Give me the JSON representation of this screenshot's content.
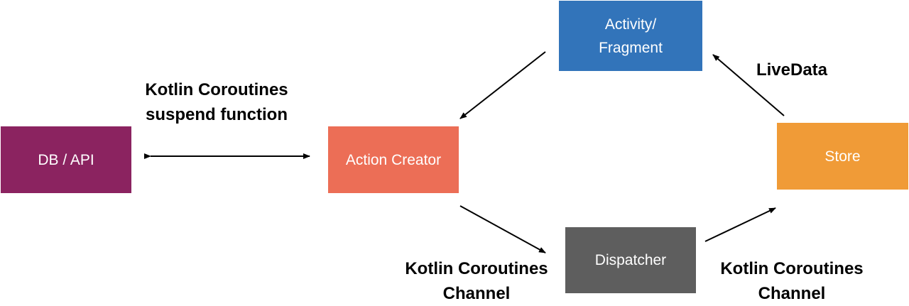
{
  "nodes": {
    "db_api": {
      "label": "DB / API",
      "color": "#8b2360"
    },
    "action_creator": {
      "label": "Action Creator",
      "color": "#ec6e56"
    },
    "activity_fragment": {
      "label_line1": "Activity/",
      "label_line2": "Fragment",
      "color": "#3274ba"
    },
    "dispatcher": {
      "label": "Dispatcher",
      "color": "#5e5e5e"
    },
    "store": {
      "label": "Store",
      "color": "#f09b37"
    }
  },
  "edge_labels": {
    "suspend_function": {
      "line1": "Kotlin Coroutines",
      "line2": "suspend function"
    },
    "livedata": {
      "text": "LiveData"
    },
    "channel_to_dispatcher": {
      "line1": "Kotlin Coroutines",
      "line2": "Channel"
    },
    "channel_to_store": {
      "line1": "Kotlin Coroutines",
      "line2": "Channel"
    }
  }
}
